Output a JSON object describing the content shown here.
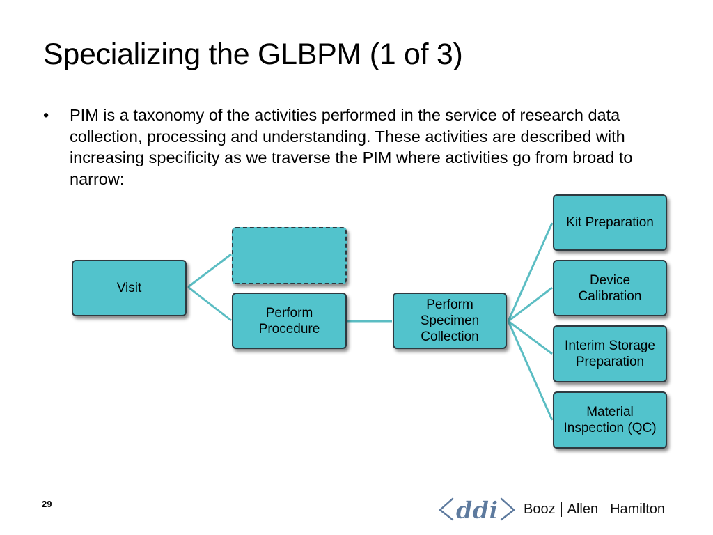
{
  "slide": {
    "title": "Specializing the GLBPM (1 of 3)",
    "bullet_symbol": "•",
    "bullet_text": "PIM is a taxonomy of the activities performed in the service of research data collection, processing and understanding. These activities are described with increasing specificity as we traverse the PIM where activities go from broad to narrow:",
    "slide_number": "29"
  },
  "diagram": {
    "node_color": "#52c3cc",
    "connector_color": "#5bbdc3",
    "nodes": {
      "visit": "Visit",
      "placeholder": "",
      "perform_procedure": "Perform Procedure",
      "perform_specimen_collection": "Perform Specimen Collection",
      "kit_preparation": "Kit Preparation",
      "device_calibration": "Device Calibration",
      "interim_storage_preparation": "Interim Storage Preparation",
      "material_inspection": "Material Inspection (QC)"
    }
  },
  "footer": {
    "ddi_logo_text": "ddi",
    "company_parts": [
      "Booz",
      "Allen",
      "Hamilton"
    ]
  }
}
